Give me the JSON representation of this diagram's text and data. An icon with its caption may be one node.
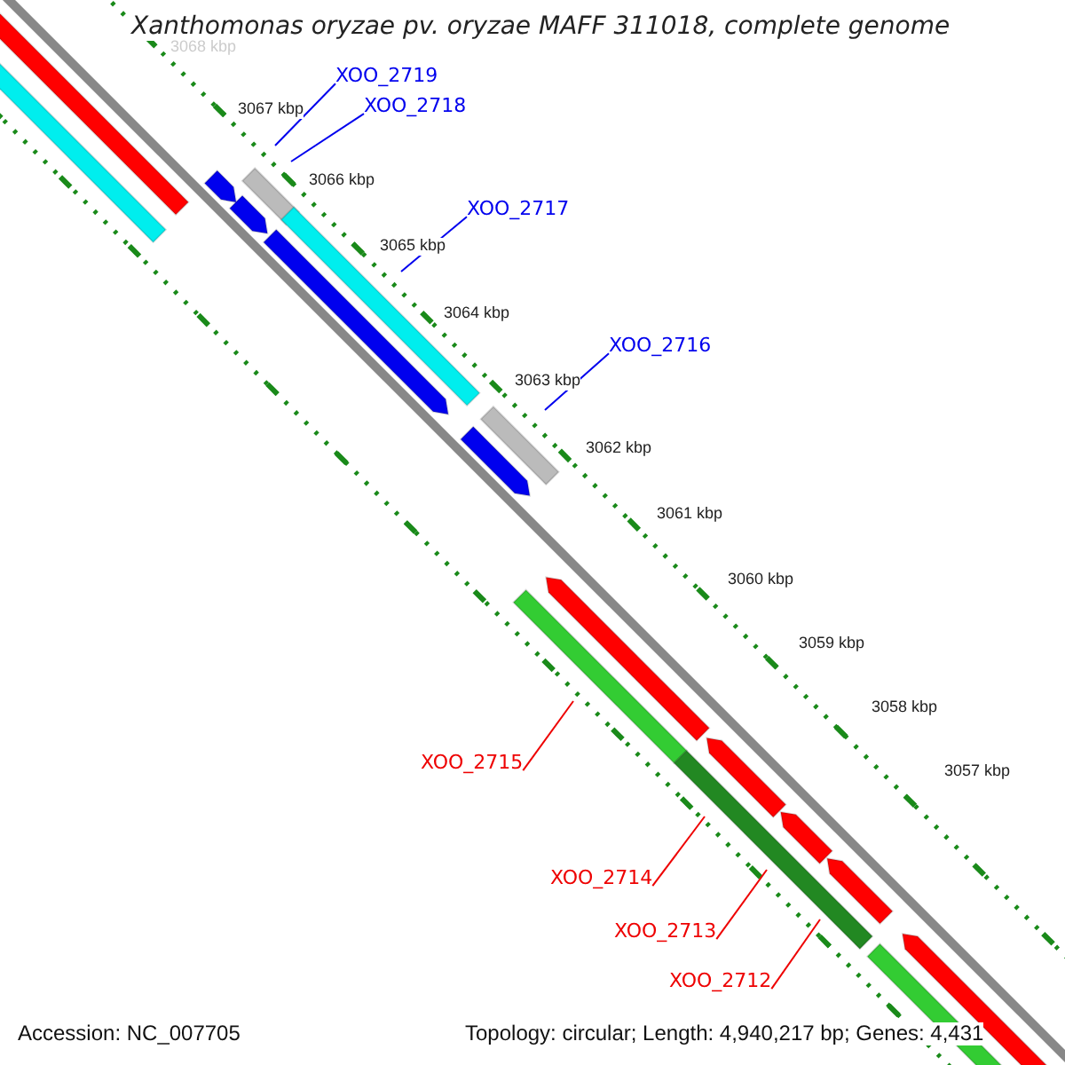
{
  "diagram": {
    "title": "Xanthomonas oryzae pv. oryzae MAFF 311018, complete genome",
    "nodes": [
      {
        "text": [
          "XOO_2719"
        ]
      },
      {
        "text": [
          "XOO_2718"
        ]
      },
      {
        "text": [
          "XOO_2717"
        ]
      },
      {
        "text": [
          "XOO_2716"
        ]
      },
      {
        "text": [
          "XOO_2715"
        ]
      },
      {
        "text": [
          "XOO_2714"
        ]
      },
      {
        "text": [
          "XOO_2713"
        ]
      },
      {
        "text": [
          "XOO_2712"
        ]
      }
    ],
    "edges": [
      {
        "from": 0,
        "to": null,
        "arrow": "none"
      },
      {
        "from": 1,
        "to": null,
        "arrow": "none"
      },
      {
        "from": 2,
        "to": null,
        "arrow": "none"
      },
      {
        "from": 3,
        "to": null,
        "arrow": "none"
      },
      {
        "from": 4,
        "to": null,
        "arrow": "none",
        "color": "#ee0000"
      },
      {
        "from": 5,
        "to": null,
        "arrow": "none",
        "color": "#ee0000"
      },
      {
        "from": 6,
        "to": null,
        "arrow": "none",
        "color": "#ee0000"
      },
      {
        "from": 7,
        "to": null,
        "arrow": "none",
        "color": "#ee0000"
      }
    ],
    "labels": [
      "3068 kbp",
      "3067 kbp",
      "3066 kbp",
      "3065 kbp",
      "3064 kbp",
      "3063 kbp",
      "3062 kbp",
      "3061 kbp",
      "3060 kbp",
      "3059 kbp",
      "3058 kbp",
      "3057 kbp",
      "Accession: NC_007705",
      "Topology: circular; Length: 4,940,217 bp; Genes: 4,431"
    ]
  }
}
